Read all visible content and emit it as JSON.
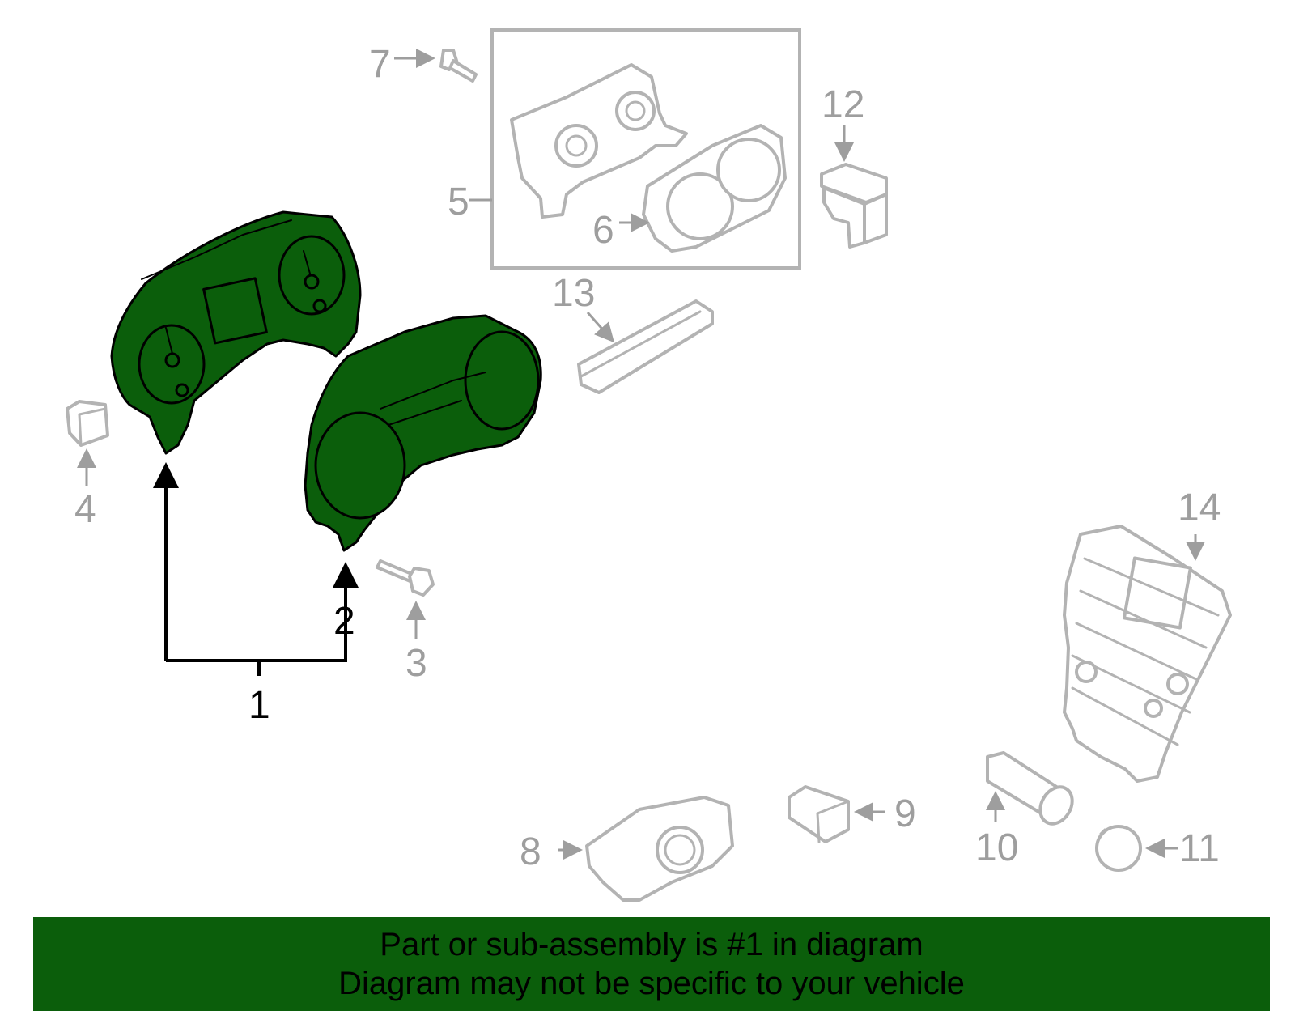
{
  "callouts": {
    "c1": "1",
    "c2": "2",
    "c3": "3",
    "c4": "4",
    "c5": "5",
    "c6": "6",
    "c7": "7",
    "c8": "8",
    "c9": "9",
    "c10": "10",
    "c11": "11",
    "c12": "12",
    "c13": "13",
    "c14": "14"
  },
  "banner": {
    "line1": "Part or sub-assembly is #1 in diagram",
    "line2": "Diagram may not be specific to your vehicle"
  },
  "colors": {
    "highlight": "#0b5e0b",
    "part_outline": "#b3b3b3",
    "callout_gray": "#9e9e9e"
  }
}
